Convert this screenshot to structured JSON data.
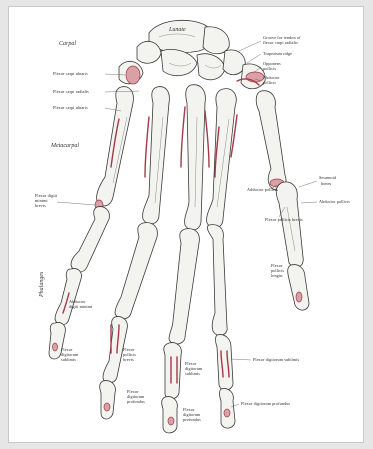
{
  "labels": {
    "lunate": "Lunate",
    "carpal": "Carpal",
    "metacarpal": "Metacarpal",
    "phalanges": "Phalanges",
    "groove_tendon": "Groove for tendon of",
    "groove_tendon_2": "flexor carpi radialis",
    "trapezium_ridge": "Trapezium ridge",
    "fcu": "Flexor carpi ulnaris",
    "fcr": "Flexor carpi radialis",
    "fcu2": "Flexor carpi ulnaris",
    "adductor_pollicis": "Adductor pollicis",
    "fpb": "Flexor pollicis brevis",
    "abductor_pollicis": "Abductor pollicis",
    "sesamoid": "Sesamoid",
    "sesamoid_2": "bones",
    "fdm": "Flexor digiti",
    "fdm_2": "minimi",
    "fdm_3": "brevis",
    "abductor_digiti": "Abductor",
    "abductor_digiti_2": "digiti minimi",
    "abductor_pollicis_brevis": "Abductor",
    "abductor_pollicis_brevis_2": "pollicis",
    "abductor_pollicis_brevis_3": "brevis",
    "flexor_brevis": "Flexor",
    "flexor_brevis_2": "pollicis",
    "flexor_brevis_3": "brevis",
    "fdp1": "Flexor",
    "fdp1_2": "digitorum",
    "fdp1_3": "sublimis",
    "fds_tendon": "Flexor",
    "fds_tendon_2": "digitorum",
    "fds_tendon_3": "profundus",
    "fpl": "Flexor pollicis longus",
    "fdp_center": "Flexor",
    "fdp_center_2": "digitorum",
    "fdp_center_3": "sublimis",
    "flexor_prof_1": "Flexor",
    "flexor_prof_1_2": "digitorum",
    "flexor_prof_1_3": "profundus",
    "flexor_prof_bottom": "Flexor",
    "flexor_prof_bottom_2": "digitorum",
    "flexor_prof_bottom_3": "profundus",
    "fdp_right": "Flexor digitorum profundus",
    "opponens": "Opponens",
    "opponens_2": "pollicis",
    "flexor_subl": "Flexor",
    "flexor_subl_2": "digitorum",
    "flexor_subl_3": "sublimis",
    "flexor_subl_right": "Flexor digitorum sublimis",
    "flexor_pol_longus": "Flexor",
    "flexor_pol_longus_2": "pollicis",
    "flexor_pol_longus_3": "longus"
  }
}
